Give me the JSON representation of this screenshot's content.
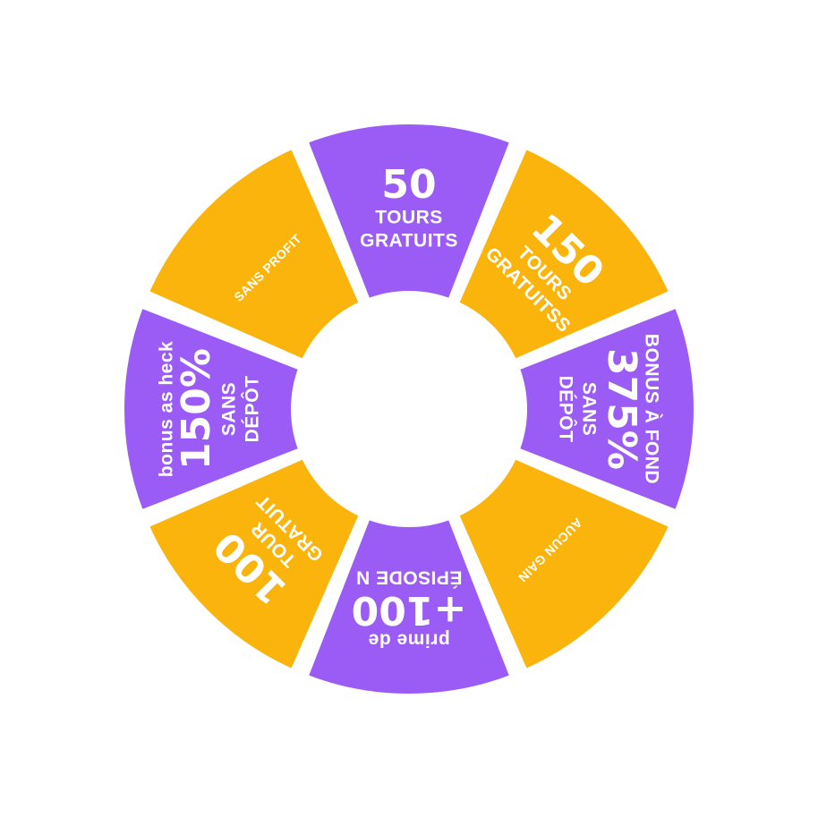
{
  "wheel": {
    "colors": {
      "purple": "#9b5cf6",
      "yellow": "#fbb40c",
      "background": "#ffffff"
    },
    "segments": [
      {
        "color": "purple",
        "lines": [
          {
            "text": "50",
            "size": "big"
          },
          {
            "text": "TOURS",
            "size": "mid"
          },
          {
            "text": "GRATUITS",
            "size": "mid"
          }
        ]
      },
      {
        "color": "yellow",
        "lines": [
          {
            "text": "150",
            "size": "big"
          },
          {
            "text": "TOURS",
            "size": "mid"
          },
          {
            "text": "GRATUITSS",
            "size": "mid"
          }
        ]
      },
      {
        "color": "purple",
        "lines": [
          {
            "text": "BONUS À FOND",
            "size": "mid"
          },
          {
            "text": "375%",
            "size": "big"
          },
          {
            "text": "SANS",
            "size": "mid"
          },
          {
            "text": "DÉPÔT",
            "size": "mid"
          }
        ]
      },
      {
        "color": "yellow",
        "lines": [
          {
            "text": "AUCUN GAIN",
            "size": "small"
          }
        ]
      },
      {
        "color": "purple",
        "lines": [
          {
            "text": "prime de",
            "size": "mid"
          },
          {
            "text": "+100",
            "size": "big"
          },
          {
            "text": "ÉPISODE N",
            "size": "mid"
          }
        ]
      },
      {
        "color": "yellow",
        "lines": [
          {
            "text": "100",
            "size": "big"
          },
          {
            "text": "TOUR",
            "size": "mid"
          },
          {
            "text": "GRATUIT",
            "size": "mid"
          }
        ]
      },
      {
        "color": "purple",
        "lines": [
          {
            "text": "bonus as heck",
            "size": "mid"
          },
          {
            "text": "150%",
            "size": "big"
          },
          {
            "text": "SANS",
            "size": "mid"
          },
          {
            "text": "DÉPÔT",
            "size": "mid"
          }
        ]
      },
      {
        "color": "yellow",
        "lines": [
          {
            "text": "SANS PROFIT",
            "size": "small"
          }
        ]
      }
    ]
  }
}
